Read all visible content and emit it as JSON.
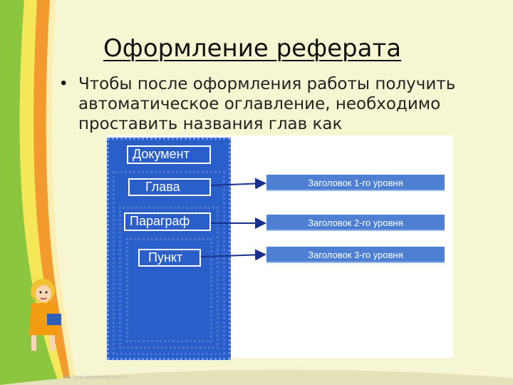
{
  "slide": {
    "title": "Оформление реферата",
    "bullet": "Чтобы после оформления работы получить автоматическое оглавление, необходимо проставить названия глав как",
    "footer_url": "http://edu-photoshool.ucoz.ru"
  },
  "diagram": {
    "levels": [
      "Документ",
      "Глава",
      "Параграф",
      "Пункт"
    ],
    "headings": [
      "Заголовок 1-го уровня",
      "Заголовок 2-го уровня",
      "Заголовок 3-го уровня"
    ]
  },
  "colors": {
    "background": "#f7f6d3",
    "block_blue": "#2a5ec8",
    "heading_blue": "#4d7fd2",
    "arrow": "#1a2f8a"
  }
}
